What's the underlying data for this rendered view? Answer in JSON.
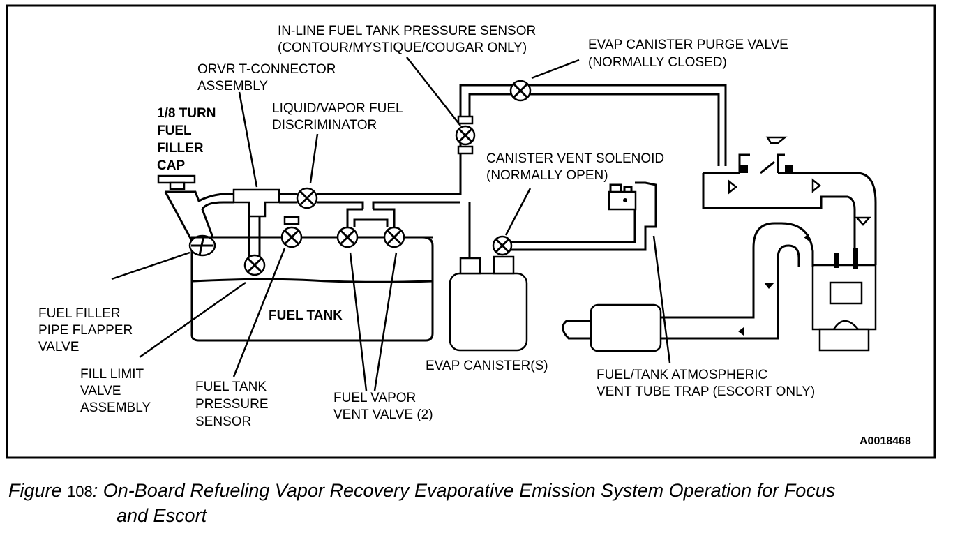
{
  "diagram": {
    "labels": {
      "inline_sensor": [
        "IN-LINE FUEL TANK PRESSURE SENSOR",
        "(CONTOUR/MYSTIQUE/COUGAR ONLY)"
      ],
      "purge_valve": [
        "EVAP CANISTER PURGE VALVE",
        "(NORMALLY CLOSED)"
      ],
      "orvr": [
        "ORVR T-CONNECTOR",
        "ASSEMBLY"
      ],
      "filler_cap": [
        "1/8 TURN",
        "FUEL",
        "FILLER",
        "CAP"
      ],
      "discriminator": [
        "LIQUID/VAPOR FUEL",
        "DISCRIMINATOR"
      ],
      "vent_solenoid": [
        "CANISTER VENT SOLENOID",
        "(NORMALLY OPEN)"
      ],
      "flapper": [
        "FUEL FILLER",
        "PIPE FLAPPER",
        "VALVE"
      ],
      "fuel_tank": "FUEL TANK",
      "fill_limit": [
        "FILL LIMIT",
        "VALVE",
        "ASSEMBLY"
      ],
      "pressure_sensor": [
        "FUEL TANK",
        "PRESSURE",
        "SENSOR"
      ],
      "vapor_vent": [
        "FUEL VAPOR",
        "VENT VALVE (2)"
      ],
      "canister": "EVAP CANISTER(S)",
      "vent_trap": [
        "FUEL/TANK ATMOSPHERIC",
        "VENT TUBE TRAP (ESCORT ONLY)"
      ],
      "figure_id": "A0018468"
    }
  },
  "caption": {
    "prefix": "Figure",
    "number": "108",
    "text": ": On-Board Refueling Vapor Recovery Evaporative Emission System Operation for Focus",
    "text_line2": "and Escort"
  }
}
